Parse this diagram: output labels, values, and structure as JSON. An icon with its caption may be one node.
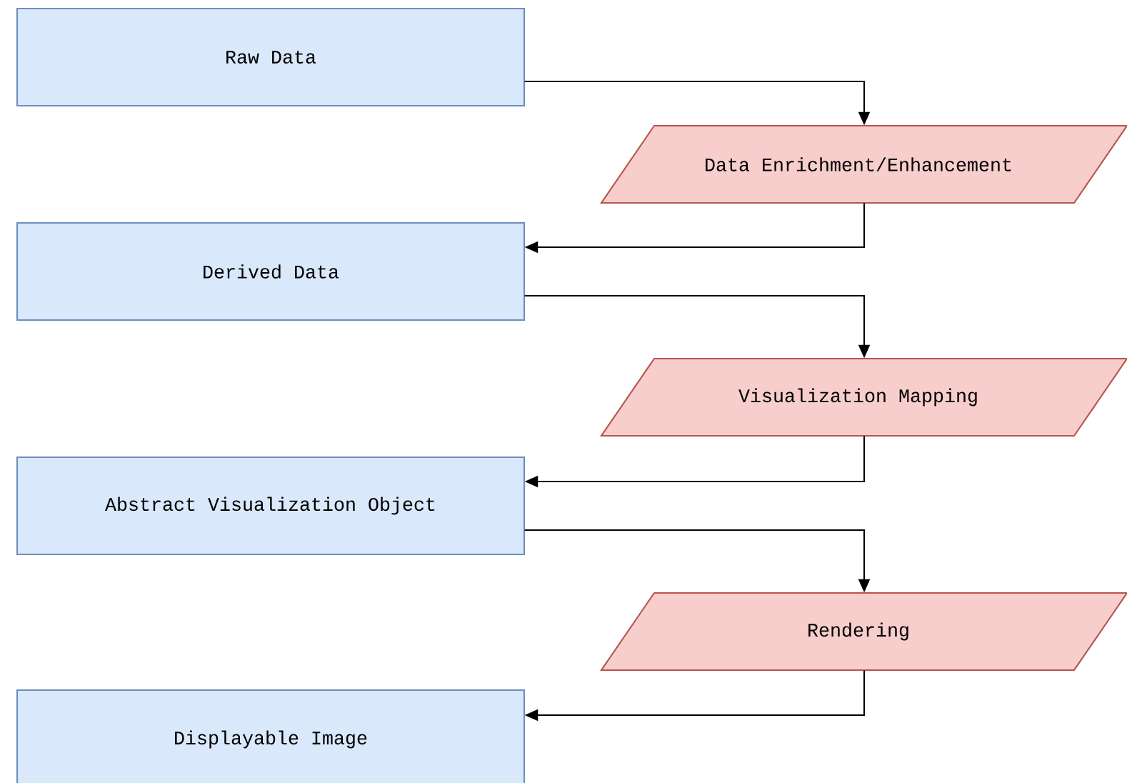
{
  "diagram": {
    "nodes": [
      {
        "text": [
          "Raw Data"
        ]
      },
      {
        "text": [
          "Data Enrichment/Enhancement"
        ]
      },
      {
        "text": [
          "Derived Data"
        ]
      },
      {
        "text": [
          "Visualization Mapping"
        ]
      },
      {
        "text": [
          "Abstract Visualization Object"
        ]
      },
      {
        "text": [
          "Rendering"
        ]
      },
      {
        "text": [
          "Displayable Image"
        ]
      }
    ],
    "edges": [
      {
        "from": 0,
        "to": 1,
        "arrow": "to"
      },
      {
        "from": 1,
        "to": 2,
        "arrow": "to"
      },
      {
        "from": 2,
        "to": 3,
        "arrow": "to"
      },
      {
        "from": 3,
        "to": 4,
        "arrow": "to"
      },
      {
        "from": 4,
        "to": 5,
        "arrow": "to"
      },
      {
        "from": 5,
        "to": 6,
        "arrow": "to"
      }
    ]
  }
}
